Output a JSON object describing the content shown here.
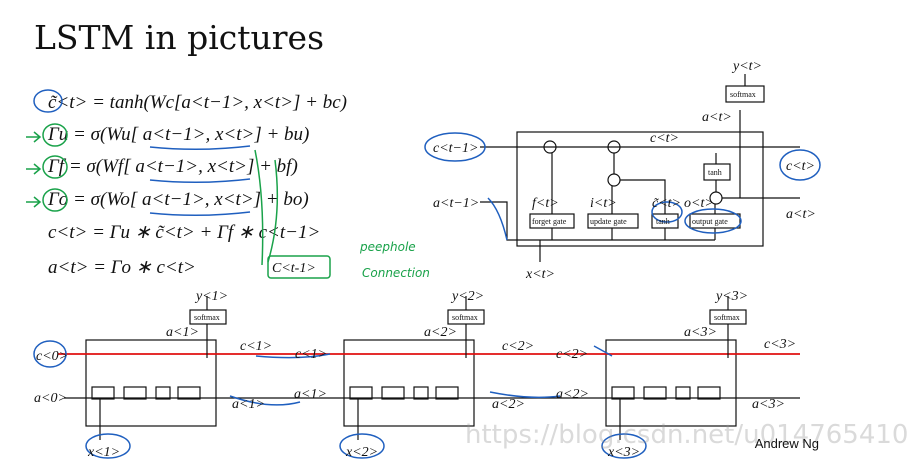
{
  "slide": {
    "title": "LSTM in pictures",
    "author": "Andrew Ng",
    "watermark": "https://blog.csdn.net/u014765410"
  },
  "equations": [
    "c̃<t> = tanh(Wc[a<t−1>, x<t>] + bc)",
    "Γu = σ(Wu[ a<t−1>, x<t>] + bu)",
    "Γf = σ(Wf[ a<t−1>, x<t>] + bf)",
    "Γo = σ(Wo[ a<t−1>, x<t>] + bo)",
    "c<t> = Γu ∗ c̃<t> + Γf ∗ c<t−1>",
    "a<t> = Γo ∗ c<t>"
  ],
  "annotations": {
    "peephole_1": "peephole",
    "peephole_2": "Connection",
    "ct1": "C<t-1>"
  },
  "cell": {
    "gates": [
      "forget gate",
      "update gate",
      "tanh",
      "output gate"
    ],
    "tanh": "tanh",
    "softmax": "softmax",
    "inputs": {
      "c_prev": "c<t−1>",
      "a_prev": "a<t−1>",
      "x": "x<t>"
    },
    "outputs": {
      "y": "y<t>",
      "a_top": "a<t>",
      "c_next": "c<t>",
      "a_next": "a<t>",
      "c_inner": "c<t>"
    },
    "gate_labels": [
      "f<t>",
      "i<t>",
      "c̃<t>",
      "o<t>"
    ]
  },
  "chain": {
    "inputs": [
      "c<0>",
      "a<0>"
    ],
    "cells": [
      {
        "x": "x<1>",
        "y": "y<1>",
        "a_top": "a<1>",
        "c": "c<1>",
        "a": "a<1>",
        "c2": "c<1>",
        "a2": "a<1>"
      },
      {
        "x": "x<2>",
        "y": "y<2>",
        "a_top": "a<2>",
        "c": "c<2>",
        "a": "a<2>",
        "c2": "c<2>",
        "a2": "a<2>"
      },
      {
        "x": "x<3>",
        "y": "y<3>",
        "a_top": "a<3>",
        "c": "c<3>",
        "a": "a<3>"
      }
    ]
  },
  "colors": {
    "ink_blue": "#1f5fbf",
    "ink_green": "#1aa24a",
    "cell_line_red": "#e01010"
  }
}
